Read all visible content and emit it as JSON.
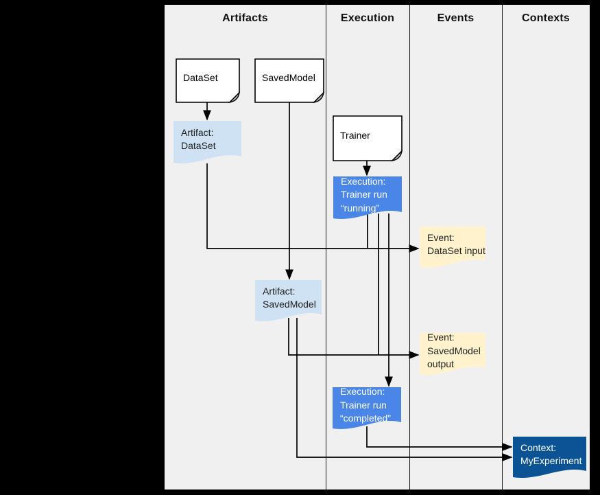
{
  "header": {
    "columns": [
      {
        "id": "artifacts",
        "label": "Artifacts"
      },
      {
        "id": "execution",
        "label": "Execution"
      },
      {
        "id": "events",
        "label": "Events"
      },
      {
        "id": "contexts",
        "label": "Contexts"
      }
    ]
  },
  "palette": {
    "canvas_bg": "#f0f0f0",
    "page_bg": "#000000",
    "doc_box_fill": "#ffffff",
    "doc_box_border": "#000000",
    "fold_flap_fill": "#b7b7b7",
    "artifact_fill": "#cfe2f3",
    "execution_fill": "#4a86e8",
    "event_fill": "#fff2cc",
    "context_fill": "#0b5394",
    "dark_text": "#1f1f1f",
    "light_text": "#ffffff",
    "edge_color": "#000000"
  },
  "nodes": [
    {
      "id": "dataset-box",
      "kind": "folded-doc",
      "column": "artifacts",
      "fill": "#ffffff",
      "text_color": "#000000",
      "lines": [
        "DataSet"
      ]
    },
    {
      "id": "savedmodel-box",
      "kind": "folded-doc",
      "column": "artifacts",
      "fill": "#ffffff",
      "text_color": "#000000",
      "lines": [
        "SavedModel"
      ]
    },
    {
      "id": "trainer-box",
      "kind": "folded-doc",
      "column": "execution",
      "fill": "#ffffff",
      "text_color": "#000000",
      "lines": [
        "Trainer"
      ]
    },
    {
      "id": "artifact-dataset",
      "kind": "wave-doc",
      "column": "artifacts",
      "fill": "#cfe2f3",
      "text_color": "#1f1f1f",
      "lines": [
        "Artifact:",
        "DataSet"
      ]
    },
    {
      "id": "execution-trainer-running",
      "kind": "wave-doc",
      "column": "execution",
      "fill": "#4a86e8",
      "text_color": "#ffffff",
      "lines": [
        "Execution:",
        "Trainer run",
        "“running”"
      ]
    },
    {
      "id": "event-dataset-input",
      "kind": "wave-doc",
      "column": "events",
      "fill": "#fff2cc",
      "text_color": "#1f1f1f",
      "lines": [
        "Event:",
        "DataSet input"
      ]
    },
    {
      "id": "artifact-savedmodel",
      "kind": "wave-doc",
      "column": "artifacts",
      "fill": "#cfe2f3",
      "text_color": "#1f1f1f",
      "lines": [
        "Artifact:",
        "SavedModel"
      ]
    },
    {
      "id": "event-savedmodel-output",
      "kind": "wave-doc",
      "column": "events",
      "fill": "#fff2cc",
      "text_color": "#1f1f1f",
      "lines": [
        "Event:",
        "SavedModel",
        "output"
      ]
    },
    {
      "id": "execution-trainer-completed",
      "kind": "wave-doc",
      "column": "execution",
      "fill": "#4a86e8",
      "text_color": "#ffffff",
      "lines": [
        "Execution:",
        "Trainer run",
        "“completed”"
      ]
    },
    {
      "id": "context-myexperiment",
      "kind": "wave-doc",
      "column": "contexts",
      "fill": "#0b5394",
      "text_color": "#ffffff",
      "lines": [
        "Context:",
        "MyExperiment"
      ]
    }
  ],
  "edges": [
    {
      "id": "dataset-to-artifact-dataset",
      "from": "dataset-box",
      "to": "artifact-dataset",
      "arrow": true
    },
    {
      "id": "savedmodel-to-artifact-savedmodel",
      "from": "savedmodel-box",
      "to": "artifact-savedmodel",
      "arrow": true
    },
    {
      "id": "trainer-to-execution-running",
      "from": "trainer-box",
      "to": "execution-trainer-running",
      "arrow": true
    },
    {
      "id": "artifact-dataset-to-event-dataset-input",
      "from": "artifact-dataset",
      "to": "event-dataset-input",
      "arrow": true
    },
    {
      "id": "execution-running-to-event-dataset-input",
      "from": "execution-trainer-running",
      "to": "event-dataset-input",
      "arrow": false
    },
    {
      "id": "execution-running-to-event-savedmodel-output",
      "from": "execution-trainer-running",
      "to": "event-savedmodel-output",
      "arrow": false
    },
    {
      "id": "artifact-savedmodel-to-event-savedmodel-output",
      "from": "artifact-savedmodel",
      "to": "event-savedmodel-output",
      "arrow": true
    },
    {
      "id": "execution-running-to-execution-completed",
      "from": "execution-trainer-running",
      "to": "execution-trainer-completed",
      "arrow": true
    },
    {
      "id": "execution-completed-to-context",
      "from": "execution-trainer-completed",
      "to": "context-myexperiment",
      "arrow": true
    },
    {
      "id": "artifact-savedmodel-to-context",
      "from": "artifact-savedmodel",
      "to": "context-myexperiment",
      "arrow": true
    }
  ]
}
